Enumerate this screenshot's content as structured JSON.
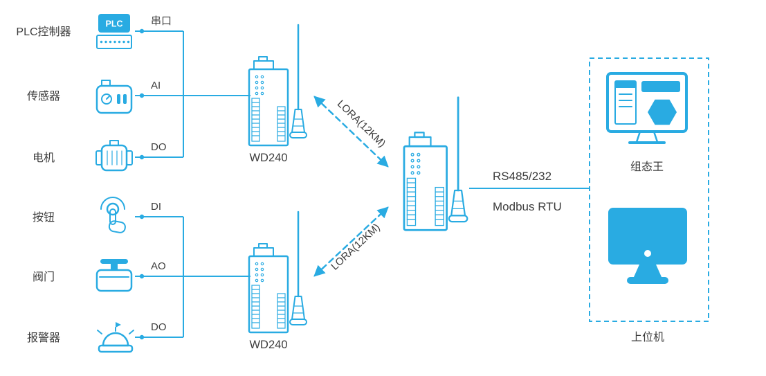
{
  "colors": {
    "accent": "#29abe2",
    "text": "#3d3d3d",
    "white": "#ffffff"
  },
  "left_devices": [
    {
      "label": "PLC控制器",
      "port": "串口",
      "icon": "plc-icon"
    },
    {
      "label": "传感器",
      "port": "AI",
      "icon": "sensor-icon"
    },
    {
      "label": "电机",
      "port": "DO",
      "icon": "motor-icon"
    },
    {
      "label": "按钮",
      "port": "DI",
      "icon": "touch-button-icon"
    },
    {
      "label": "阀门",
      "port": "AO",
      "icon": "valve-icon"
    },
    {
      "label": "报警器",
      "port": "DO",
      "icon": "alarm-icon"
    }
  ],
  "plc_badge": "PLC",
  "gateways": {
    "top_label": "WD240",
    "bottom_label": "WD240",
    "icon": "lora-module-icon"
  },
  "master": {
    "icon": "lora-module-icon"
  },
  "wireless_links": {
    "top": "LORA(12KM)",
    "bottom": "LORA(12KM)"
  },
  "uplink": {
    "protocol_line1": "RS485/232",
    "protocol_line2": "Modbus RTU"
  },
  "host_group": {
    "scada_label": "组态王",
    "pc_label": "上位机"
  }
}
